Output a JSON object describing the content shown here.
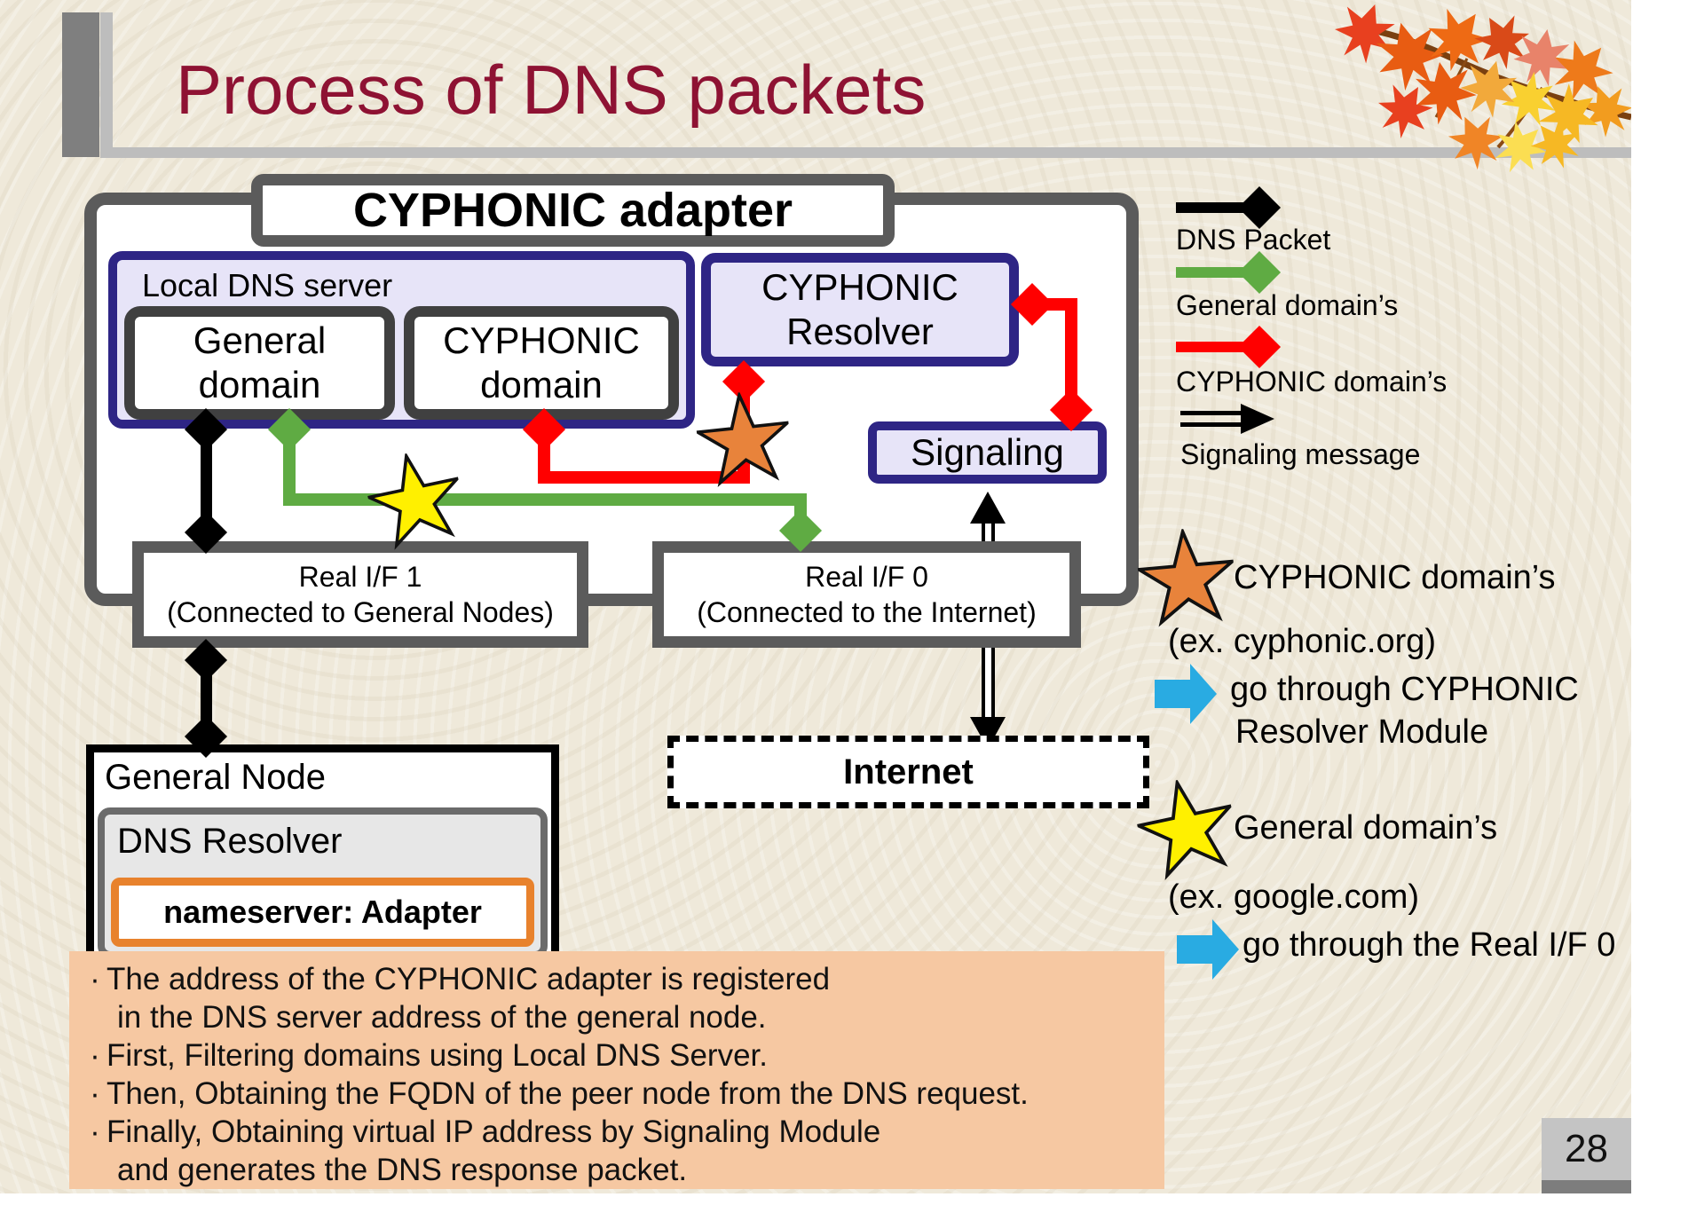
{
  "slide": {
    "title": "Process of DNS packets",
    "page_number": "28"
  },
  "diagram": {
    "adapter_title": "CYPHONIC adapter",
    "local_dns_label": "Local DNS server",
    "general_domain_line1": "General",
    "general_domain_line2": "domain",
    "cyphonic_domain_line1": "CYPHONIC",
    "cyphonic_domain_line2": "domain",
    "resolver_line1": "CYPHONIC",
    "resolver_line2": "Resolver",
    "signaling_label": "Signaling",
    "real_if1_line1": "Real I/F 1",
    "real_if1_line2": "(Connected to General Nodes)",
    "real_if0_line1": "Real I/F 0",
    "real_if0_line2": "(Connected to the Internet)",
    "general_node_label": "General Node",
    "dns_resolver_label": "DNS Resolver",
    "nameserver_label": "nameserver: Adapter",
    "internet_label": "Internet"
  },
  "legend": {
    "dns_packet": "DNS Packet",
    "general_domains": "General domain’s",
    "cyphonic_domains": "CYPHONIC domain’s",
    "signaling_message": "Signaling message"
  },
  "star_legend": {
    "cyphonic_label": "CYPHONIC domain’s",
    "cyphonic_example": "(ex. cyphonic.org)",
    "cyphonic_note1": "go through CYPHONIC",
    "cyphonic_note2": "Resolver Module",
    "general_label": "General domain’s",
    "general_example": "(ex. google.com)",
    "general_note1": "go through the Real I/F 0"
  },
  "notes": {
    "lines": [
      {
        "bullet": "·",
        "text": "The address of the CYPHONIC adapter is registered"
      },
      {
        "bullet": "",
        "text": "in the DNS server address of the general node."
      },
      {
        "bullet": "·",
        "text": "First, Filtering domains using Local DNS Server."
      },
      {
        "bullet": "·",
        "text": "Then, Obtaining the FQDN of the peer node from the DNS request."
      },
      {
        "bullet": "·",
        "text": "Finally, Obtaining virtual IP address by Signaling Module"
      },
      {
        "bullet": "",
        "text": "and generates the DNS response packet."
      }
    ]
  },
  "icons": {
    "orange_star": "cyphonic-domain-star-icon",
    "yellow_star": "general-domain-star-icon",
    "blue_arrow": "blue-block-arrow-icon"
  },
  "colors": {
    "title_maroon": "#8E1233",
    "dark_gray": "#5B5B5B",
    "light_gray": "#BDBDBD",
    "navy_border": "#2E2585",
    "lavender_fill": "#E7E4F8",
    "green_arrow": "#5FAB43",
    "red_arrow": "#FF0000",
    "black_arrow": "#000000",
    "orange_star": "#E8833B",
    "yellow_star": "#FFF000",
    "blue_arrow": "#29ABE2",
    "orange_border": "#E8822D",
    "salmon_panel": "#F6C8A2",
    "slide_background": "#EFE9DA",
    "page_box": "#C4C4C4"
  }
}
